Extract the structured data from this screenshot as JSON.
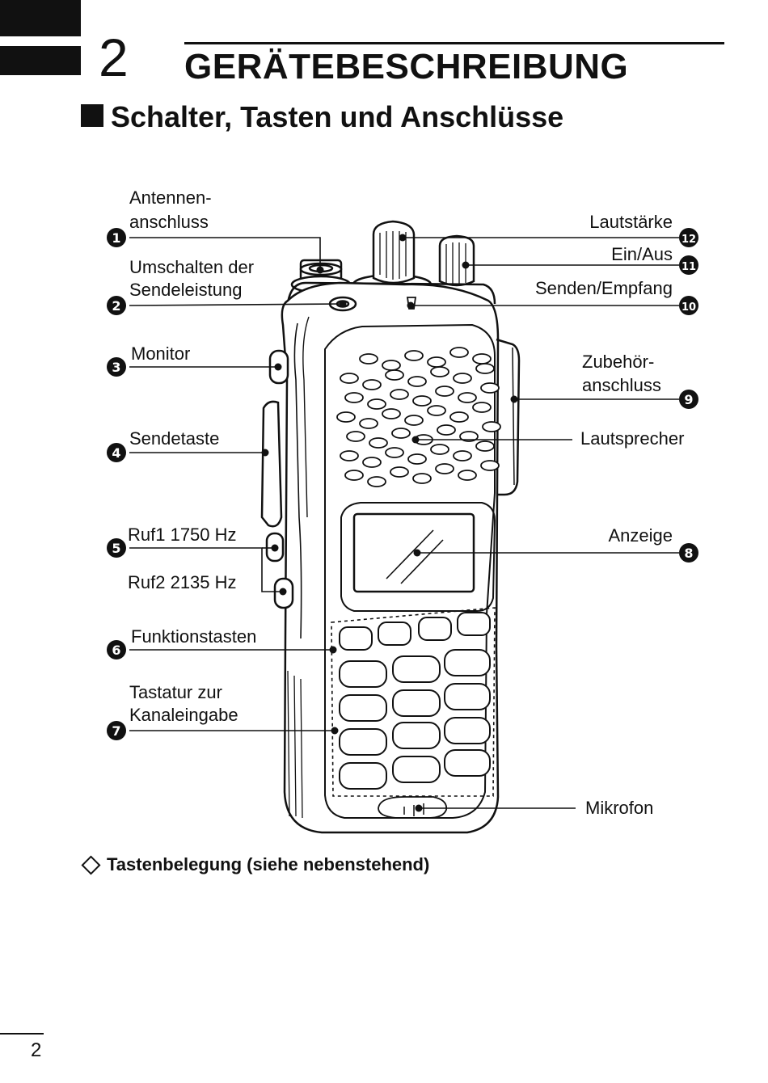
{
  "chapter": {
    "number": "2",
    "title": "GERÄTEBESCHREIBUNG"
  },
  "section": {
    "title": "Schalter, Tasten und Anschlüsse"
  },
  "callouts": {
    "c1": {
      "marker": "1",
      "lines": [
        "Antennen-",
        "anschluss"
      ]
    },
    "c2": {
      "marker": "2",
      "lines": [
        "Umschalten der",
        "Sendeleistung"
      ]
    },
    "c3": {
      "marker": "3",
      "lines": [
        "Monitor"
      ]
    },
    "c4": {
      "marker": "4",
      "lines": [
        "Sendetaste"
      ]
    },
    "c5": {
      "marker": "5",
      "lines": [
        "Ruf1 1750 Hz",
        "Ruf2 2135 Hz"
      ]
    },
    "c6": {
      "marker": "6",
      "lines": [
        "Funktionstasten"
      ]
    },
    "c7": {
      "marker": "7",
      "lines": [
        "Tastatur zur",
        "Kanaleingabe"
      ]
    },
    "c8": {
      "marker": "8",
      "lines": [
        "Anzeige"
      ]
    },
    "c9": {
      "marker": "9",
      "lines": [
        "Zubehör-",
        "anschluss"
      ]
    },
    "c10": {
      "marker": "10",
      "lines": [
        "Senden/Empfang"
      ]
    },
    "c11": {
      "marker": "11",
      "lines": [
        "Ein/Aus"
      ]
    },
    "c12": {
      "marker": "12",
      "lines": [
        "Lautstärke"
      ]
    },
    "speaker": {
      "lines": [
        "Lautsprecher"
      ]
    },
    "mic": {
      "lines": [
        "Mikrofon"
      ]
    }
  },
  "subheading": "Tastenbelegung (siehe nebenstehend)",
  "page_number": "2"
}
